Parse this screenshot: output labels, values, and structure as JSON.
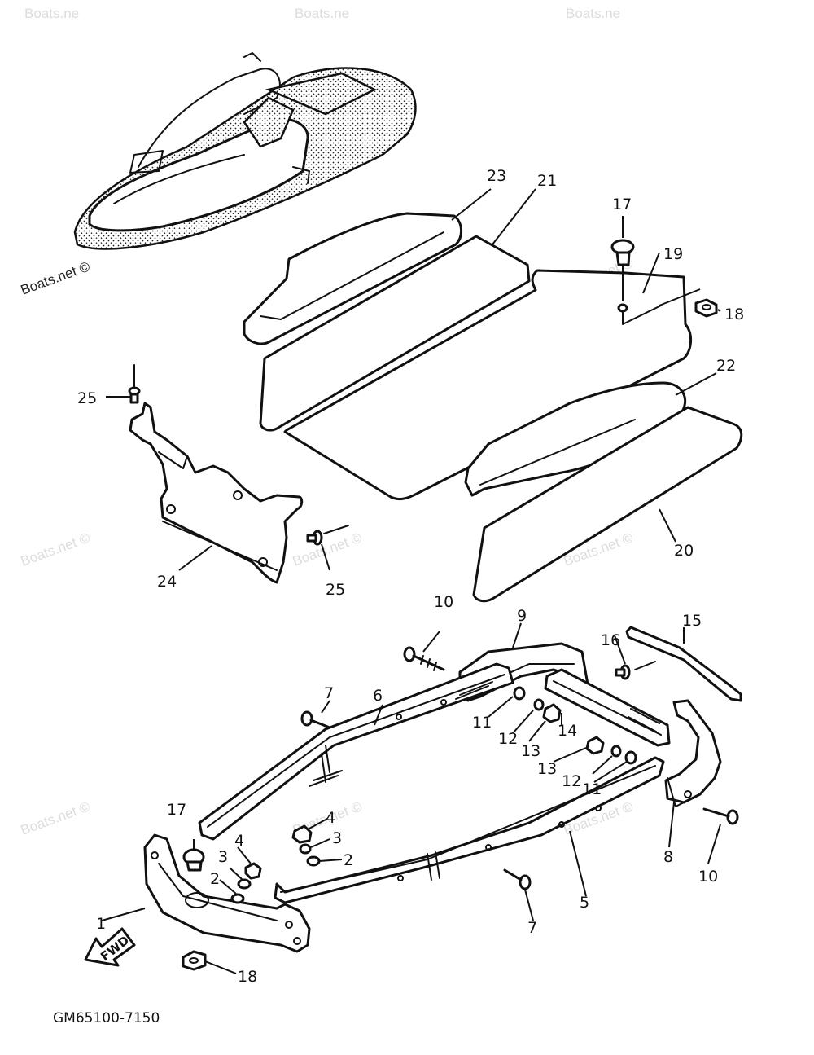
{
  "diagram": {
    "drawing_code": "GM65100-7150",
    "fwd_label": "FWD",
    "watermark": "Boats.net ©",
    "watermark_top": "Boats.ne",
    "part_labels": {
      "p1": "1",
      "p2a": "2",
      "p2b": "2",
      "p3a": "3",
      "p3b": "3",
      "p4a": "4",
      "p4b": "4",
      "p5": "5",
      "p6": "6",
      "p7a": "7",
      "p7b": "7",
      "p8": "8",
      "p9": "9",
      "p10a": "10",
      "p10b": "10",
      "p11a": "11",
      "p11b": "11",
      "p12a": "12",
      "p12b": "12",
      "p13a": "13",
      "p13b": "13",
      "p14": "14",
      "p15": "15",
      "p16": "16",
      "p17a": "17",
      "p17b": "17",
      "p18a": "18",
      "p18b": "18",
      "p19": "19",
      "p20": "20",
      "p21": "21",
      "p22": "22",
      "p23": "23",
      "p24": "24",
      "p25a": "25",
      "p25b": "25"
    }
  }
}
